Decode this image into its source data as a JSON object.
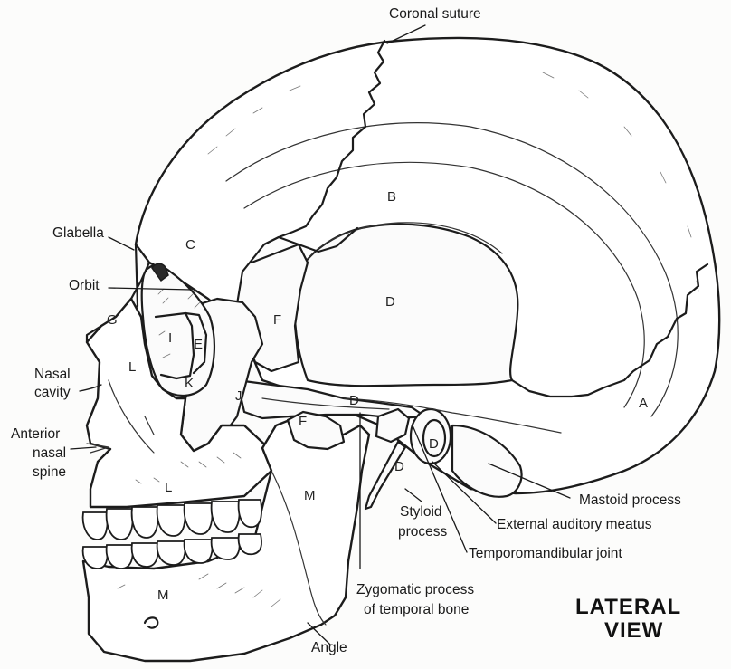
{
  "labels": {
    "coronal_suture": "Coronal suture",
    "glabella": "Glabella",
    "orbit": "Orbit",
    "nasal_cavity_1": "Nasal",
    "nasal_cavity_2": "cavity",
    "anterior_nasal_spine_1": "Anterior",
    "anterior_nasal_spine_2": "nasal",
    "anterior_nasal_spine_3": "spine",
    "mastoid_process": "Mastoid process",
    "external_auditory_meatus": "External auditory meatus",
    "temporomandibular_joint": "Temporomandibular joint",
    "styloid_process_1": "Styloid",
    "styloid_process_2": "process",
    "zygomatic_process_1": "Zygomatic process",
    "zygomatic_process_2": "of temporal bone",
    "angle": "Angle"
  },
  "title": {
    "line1": "LATERAL",
    "line2": "VIEW"
  },
  "bone_letters": {
    "A": "A",
    "B": "B",
    "C": "C",
    "D_temporal": "D",
    "D_zygomatic": "D",
    "D_meatus": "D",
    "D_small": "D",
    "E": "E",
    "F_sphenoid": "F",
    "F_small": "F",
    "G": "G",
    "I": "I",
    "J": "J",
    "K": "K",
    "L_nasal": "L",
    "L_maxilla": "L",
    "M_ramus": "M",
    "M_body": "M"
  }
}
